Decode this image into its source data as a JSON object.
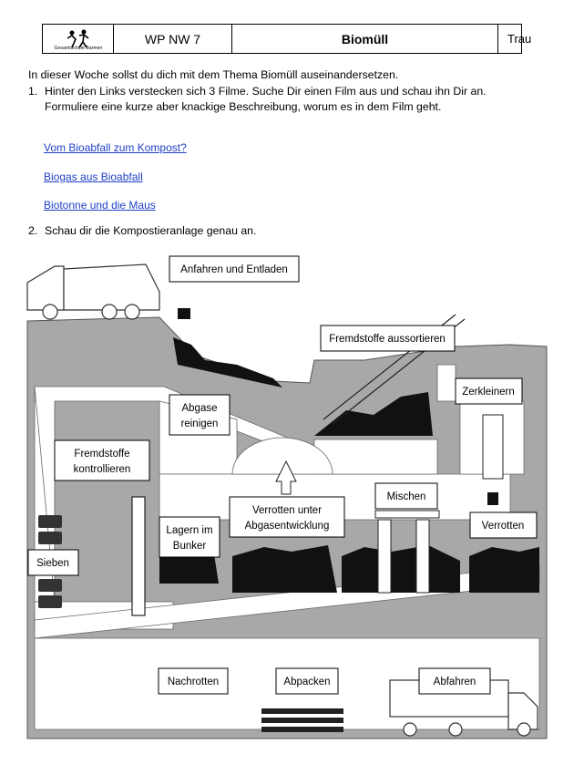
{
  "header": {
    "school_logo_text": "Gesamtschule Barmen",
    "course": "WP NW 7",
    "title": "Biomüll",
    "teacher": "Trau"
  },
  "intro": "In dieser Woche sollst du dich mit dem Thema Biomüll auseinandersetzen.",
  "task1": {
    "number": "1.",
    "text": "Hinter den Links verstecken sich 3 Filme. Suche Dir einen Film aus und schau ihn Dir an. Formuliere eine kurze aber knackige Beschreibung, worum es in dem Film geht."
  },
  "links": [
    "Vom Bioabfall zum Kompost?",
    "Biogas aus Bioabfall",
    "Biotonne und die Maus"
  ],
  "task2": {
    "number": "2.",
    "text": "Schau dir die Kompostieranlage genau an."
  },
  "diagram": {
    "labels": {
      "anfahren": "Anfahren und Entladen",
      "fremdstoffe_ass": "Fremdstoffe aussortieren",
      "zerkleinern": "Zerkleinern",
      "abgase_1": "Abgase",
      "abgase_2": "reinigen",
      "fremdstoffe_k1": "Fremdstoffe",
      "fremdstoffe_k2": "kontrollieren",
      "mischen": "Mischen",
      "verrotten_unter_1": "Verrotten unter",
      "verrotten_unter_2": "Abgasentwicklung",
      "lagern_1": "Lagern im",
      "lagern_2": "Bunker",
      "verrotten": "Verrotten",
      "sieben": "Sieben",
      "nachrotten": "Nachrotten",
      "abpacken": "Abpacken",
      "abfahren": "Abfahren"
    }
  }
}
